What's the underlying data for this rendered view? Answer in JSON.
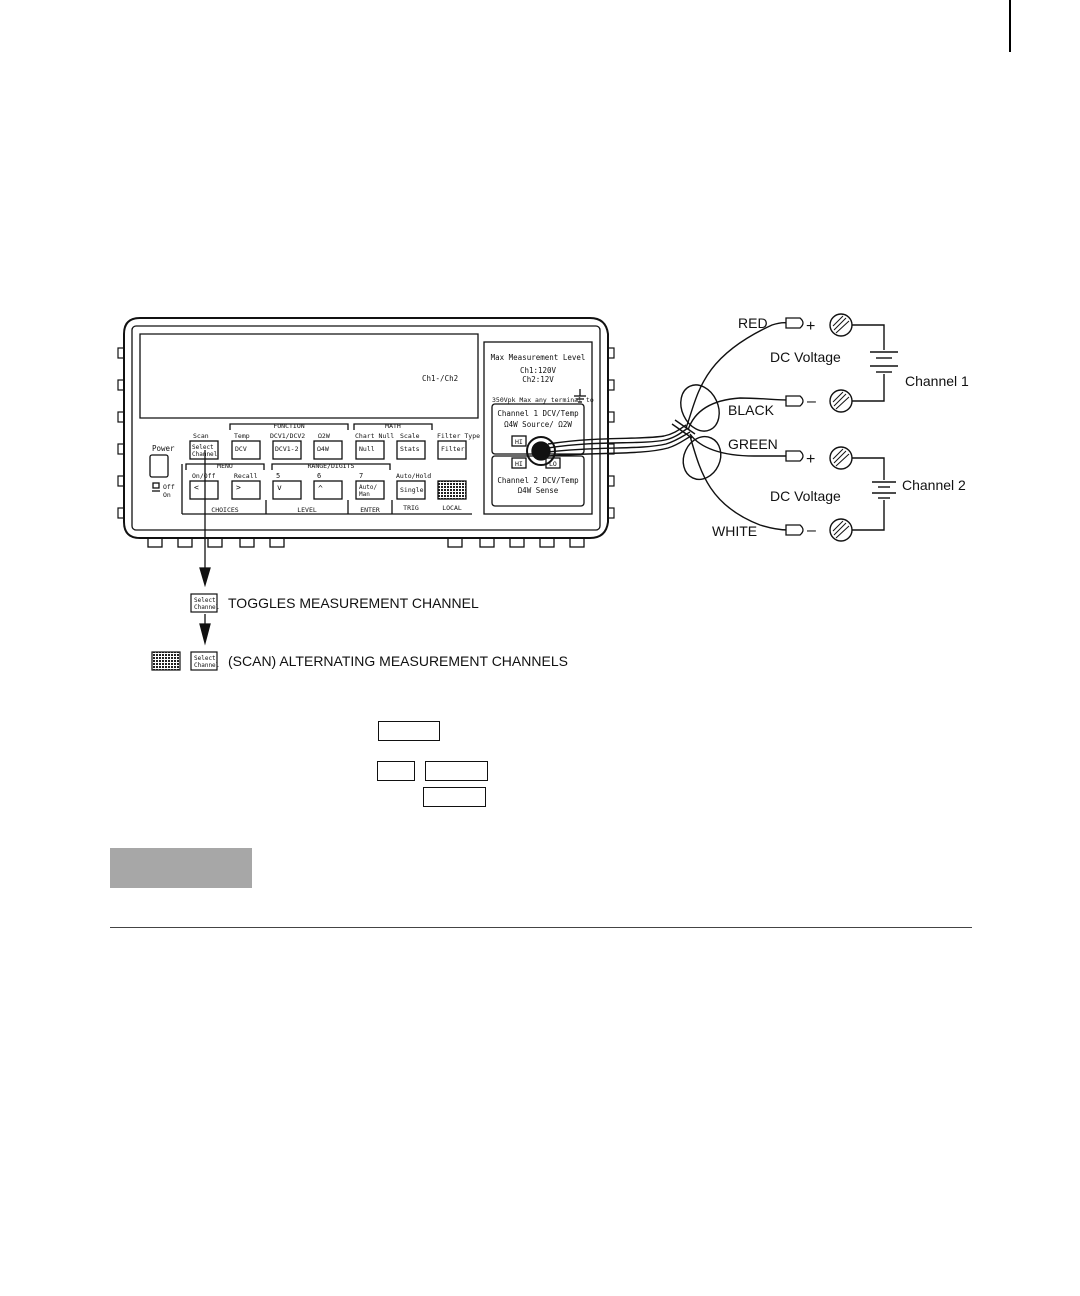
{
  "display": {
    "readout": "Ch1-/Ch2"
  },
  "panel_info": {
    "max_label": "Max Measurement Level",
    "ch1_max": "Ch1:120V",
    "ch2_max": "Ch2:12V",
    "vpk_note": "350Vpk Max any terminal to",
    "ch1_terminal": "Channel 1 DCV/Temp",
    "ch1_sense": "Ω4W Source/ Ω2W",
    "ch2_terminal": "Channel 2 DCV/Temp",
    "ch2_sense": "Ω4W Sense",
    "hi": "HI",
    "lo": "LO"
  },
  "front_panel": {
    "power": "Power",
    "off": "Off",
    "on": "On",
    "function_group": "FUNCTION",
    "math_group": "MATH",
    "menu_group": "MENU",
    "range_group": "RANGE/DIGITS",
    "keys": {
      "scan_shift": "Scan",
      "select_line1": "Select",
      "select_line2": "Channel",
      "temp_shift": "Temp",
      "dcv": "DCV",
      "dcv12_shift": "DCV1/DCV2",
      "dcv12": "DCV1-2",
      "ohm2_shift": "Ω2W",
      "ohm4": "Ω4W",
      "chart_shift": "Chart Null",
      "null": "Null",
      "scale_shift": "Scale",
      "stats": "Stats",
      "filter_shift": "Filter Type",
      "filter": "Filter",
      "onoff_shift": "On/Off",
      "left": "<",
      "recall_shift": "Recall",
      "right": ">",
      "five": "5",
      "down": "v",
      "six": "6",
      "up": "^",
      "seven": "7",
      "auto_line1": "Auto/",
      "auto_line2": "Man",
      "autohold_shift": "Auto/Hold",
      "single": "Single"
    },
    "bottom_labels": {
      "choices": "CHOICES",
      "level": "LEVEL",
      "enter": "ENTER",
      "trig": "TRIG",
      "local": "LOCAL"
    }
  },
  "wiring": {
    "red": "RED",
    "black": "BLACK",
    "green": "GREEN",
    "white": "WHITE",
    "plus": "+",
    "minus": "–",
    "dc_voltage_1": "DC Voltage",
    "dc_voltage_2": "DC Voltage",
    "channel1": "Channel 1",
    "channel2": "Channel 2"
  },
  "legend": {
    "toggle_text": "TOGGLES MEASUREMENT CHANNEL",
    "scan_text": "(SCAN) ALTERNATING MEASUREMENT CHANNELS",
    "key_line1": "Select",
    "key_line2": "Channel"
  }
}
